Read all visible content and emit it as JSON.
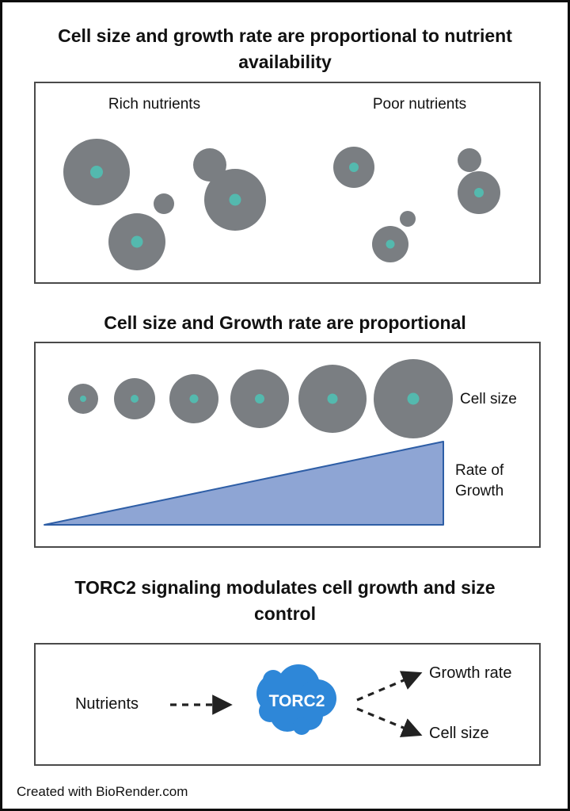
{
  "panel1": {
    "title": "Cell size and growth rate are proportional to nutrient availability",
    "rich_label": "Rich nutrients",
    "poor_label": "Poor nutrients"
  },
  "panel2": {
    "title": "Cell size and Growth rate are proportional",
    "cell_size_label": "Cell size",
    "growth_label": "Rate of Growth"
  },
  "panel3": {
    "title": "TORC2 signaling modulates cell growth and size control",
    "nutrients_label": "Nutrients",
    "torc2_label": "TORC2",
    "growth_rate_label": "Growth rate",
    "cell_size_label": "Cell size"
  },
  "footer": {
    "text": "Created with BioRender.com"
  },
  "colors": {
    "cell_gray": "#7a7e82",
    "nucleus_teal": "#54b9ae",
    "triangle_fill": "#8ea5d4",
    "triangle_stroke": "#2e5ea6",
    "torc2_blue": "#2e87d8",
    "box_border": "#4a4a4a",
    "arrow_color": "#222222"
  }
}
